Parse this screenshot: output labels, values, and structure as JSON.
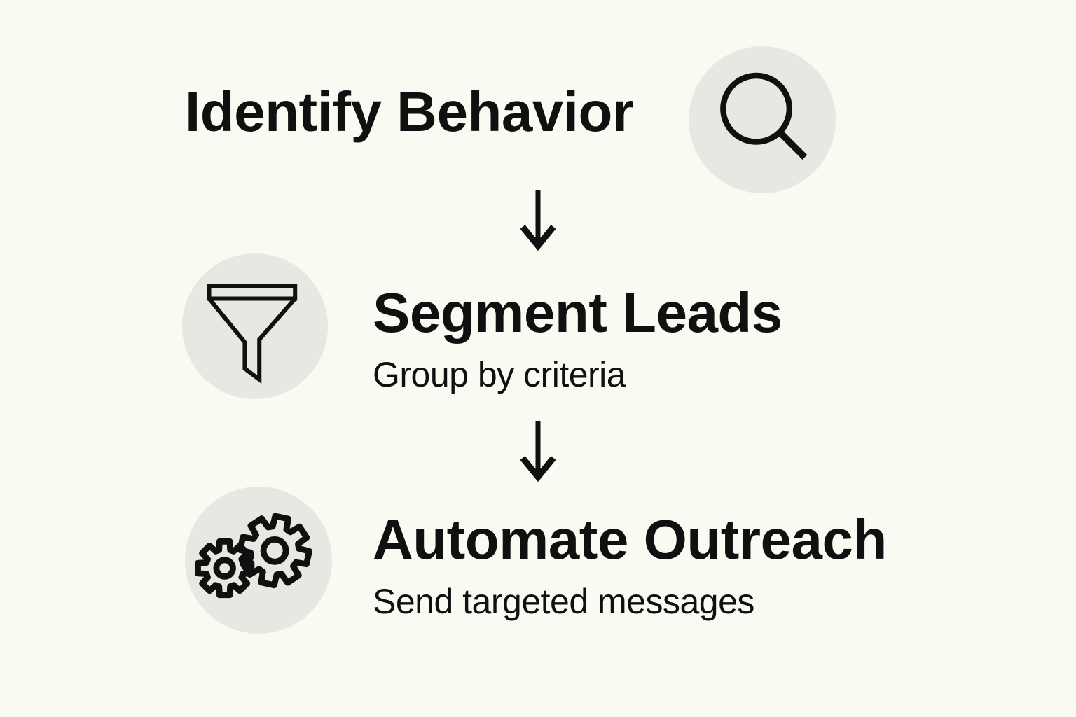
{
  "colors": {
    "background": "#faf9f2",
    "circle": "#e9e7e1",
    "ink": "#101010"
  },
  "steps": [
    {
      "title": "Identify Behavior",
      "subtitle": "",
      "icon": "search-icon"
    },
    {
      "title": "Segment Leads",
      "subtitle": "Group by criteria",
      "icon": "funnel-icon"
    },
    {
      "title": "Automate Outreach",
      "subtitle": "Send targeted messages",
      "icon": "gears-icon"
    }
  ],
  "connectors": [
    {
      "icon": "down-arrow-icon"
    },
    {
      "icon": "down-arrow-icon"
    }
  ]
}
